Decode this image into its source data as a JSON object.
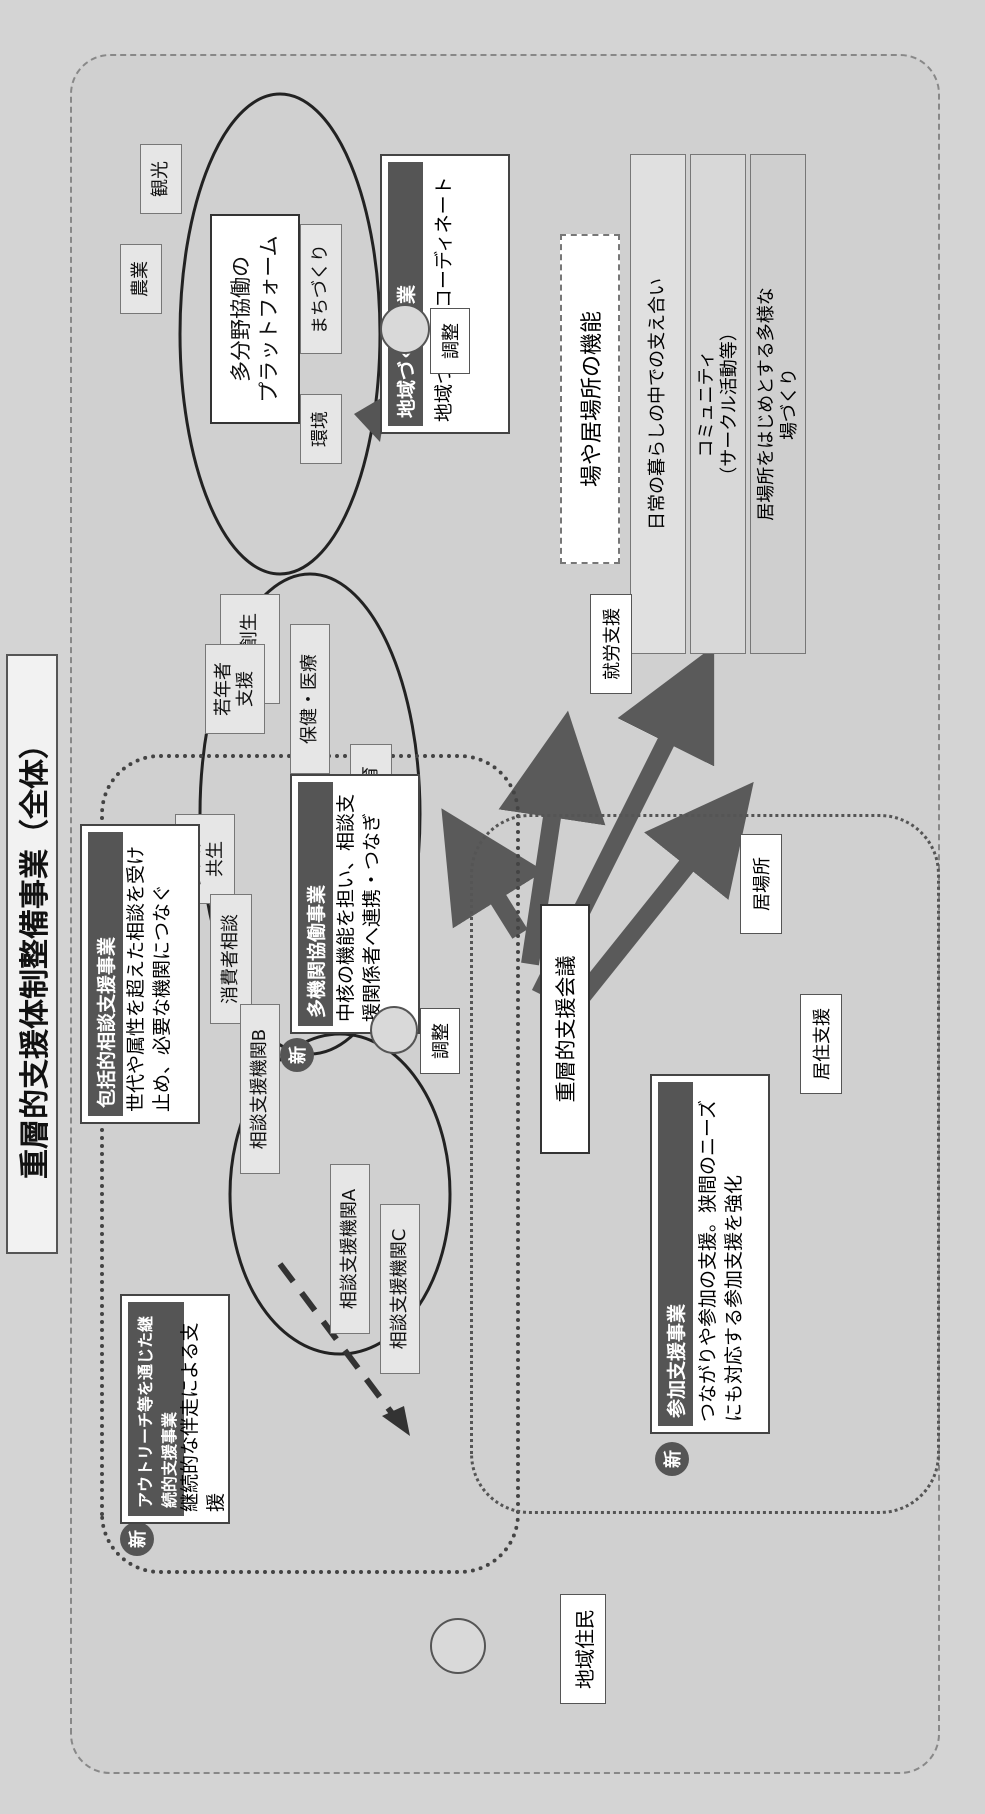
{
  "title": "重層的支援体制整備事業（全体）",
  "new_mark": "新",
  "coordinator_label": "調整",
  "coordinator_label_2": "調整",
  "platform": {
    "label": "多分野協働の\nプラットフォーム",
    "nodes": [
      "観光",
      "まちづくり",
      "農業",
      "環境",
      "地方創生"
    ]
  },
  "regional_dev": {
    "header": "地域づくり事業",
    "text": "地域づくりをコーディネート"
  },
  "place_functions": {
    "header": "場や居場所の機能",
    "rows": [
      "日常の暮らしの中での支え合い",
      "コミュニティ\n（サークル活動等）",
      "居場所をはじめとする多様な\n場づくり"
    ]
  },
  "consultation_ring": {
    "nodes": [
      "若年者\n支援",
      "保健・医療",
      "多文化\n共生",
      "教育",
      "消費者相談"
    ]
  },
  "comprehensive": {
    "header": "包括的相談支援事業",
    "text": "世代や属性を超えた相談を受け止め、必要な機関につなぐ"
  },
  "multi_agency": {
    "header": "多機関協働事業",
    "text": "中核の機能を担い、相談支援関係者へ連携・つなぎ"
  },
  "support_orgs": [
    "相談支援機関A",
    "相談支援機関B",
    "相談支援機関C"
  ],
  "outreach": {
    "header": "アウトリーチ等を通じた継続的支援事業",
    "text": "継続的な伴走による支援"
  },
  "meeting": "重層的支援会議",
  "targets": [
    "就労支援",
    "居場所",
    "居住支援"
  ],
  "participation": {
    "header": "参加支援事業",
    "text": "つながりや参加の支援。狭間のニーズにも対応する参加支援を強化"
  },
  "resident": "地域住民",
  "colors": {
    "background": "#d4d4d4",
    "header": "#555555",
    "arrow": "#5a5a5a"
  }
}
